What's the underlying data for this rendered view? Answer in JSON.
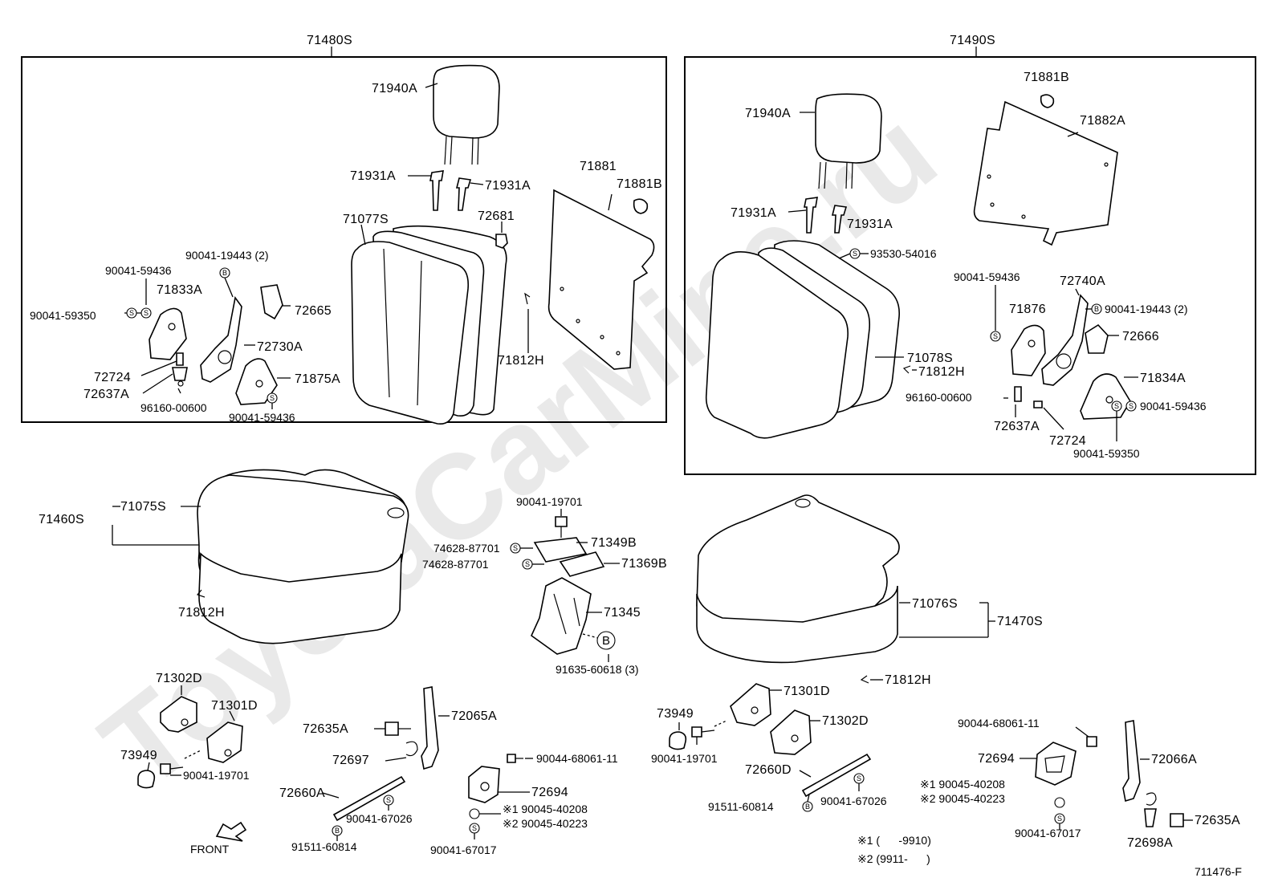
{
  "watermark": "ToyotaCarMine.ru",
  "groups": {
    "left_back": "71480S",
    "right_back": "71490S",
    "left_cushion": "71460S",
    "right_cushion": "71470S"
  },
  "labels": {
    "l_headrest": "71940A",
    "l_support_a": "71931A",
    "l_support_b": "71931A",
    "l_board": "71881",
    "l_board_clip": "71881B",
    "l_cover": "71077S",
    "l_clip": "72681",
    "l_bolt_19443": "90041-19443 (2)",
    "l_screw_59436_top": "90041-59436",
    "l_cover_833": "71833A",
    "l_screw_59350": "90041-59350",
    "l_72665": "72665",
    "l_72730": "72730A",
    "l_72724": "72724",
    "l_72637": "72637A",
    "l_96160": "96160-00600",
    "l_71875": "71875A",
    "l_screw_59436_bot": "90041-59436",
    "l_hook": "71812H",
    "r_headrest": "71940A",
    "r_support_a": "71931A",
    "r_support_b": "71931A",
    "r_board_clip": "71881B",
    "r_board": "71882A",
    "r_93530": "93530-54016",
    "r_screw_59436": "90041-59436",
    "r_72740": "72740A",
    "r_71876": "71876",
    "r_bolt_19443": "90041-19443 (2)",
    "r_72666": "72666",
    "r_cover": "71078S",
    "r_hook": "71812H",
    "r_71834": "71834A",
    "r_96160": "96160-00600",
    "r_screw_59436_b": "90041-59436",
    "r_72637": "72637A",
    "r_72724": "72724",
    "r_screw_59350": "90041-59350",
    "c_cover": "71075S",
    "c_hook": "71812H",
    "m_bolt": "90041-19701",
    "m_74628_a": "74628-87701",
    "m_74628_b": "74628-87701",
    "m_71349": "71349B",
    "m_71369": "71369B",
    "m_71345": "71345",
    "m_91635": "91635-60618 (3)",
    "m_B": "B",
    "rc_cover": "71076S",
    "rc_hook": "71812H",
    "bl_71302": "71302D",
    "bl_71301": "71301D",
    "bl_73949": "73949",
    "bl_19701": "90041-19701",
    "front": "FRONT",
    "bm_72635": "72635A",
    "bm_72065": "72065A",
    "bm_72697": "72697",
    "bm_72660": "72660A",
    "bm_67026": "90041-67026",
    "bm_91511": "91511-60814",
    "bm_68061": "90044-68061-11",
    "bm_72694": "72694",
    "bm_note1": "※1 90045-40208",
    "bm_note2": "※2 90045-40223",
    "bm_67017": "90041-67017",
    "br_73949": "73949",
    "br_19701": "90041-19701",
    "br_71301": "71301D",
    "br_71302": "71302D",
    "br_72660": "72660D",
    "br_91511": "91511-60814",
    "br_67026": "90041-67026",
    "br_68061": "90044-68061-11",
    "br_72694": "72694",
    "br_note1": "※1 90045-40208",
    "br_note2": "※2 90045-40223",
    "br_67017": "90041-67017",
    "br_72066": "72066A",
    "br_72635": "72635A",
    "br_72698": "72698A",
    "legend1": "※1 (      -9910)",
    "legend2": "※2 (9911-      )",
    "figure_id": "711476-F"
  }
}
